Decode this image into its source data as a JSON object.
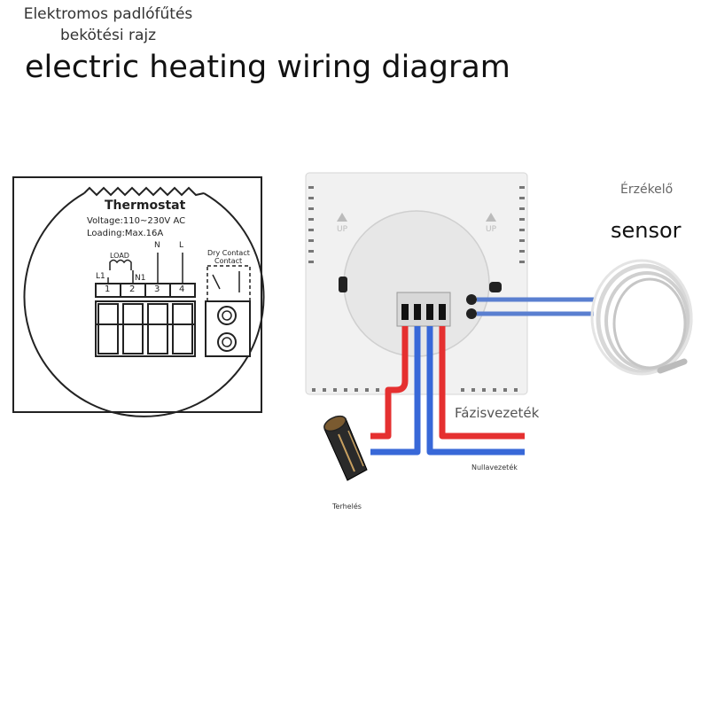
{
  "header": {
    "title_hu_line1": "Elektromos padlófűtés",
    "title_hu_line2": "bekötési rajz",
    "title_en": "electric heating wiring diagram"
  },
  "schematic": {
    "device_name": "Thermostat",
    "voltage": "Voltage:110~230V AC",
    "loading": "Loading:Max.16A",
    "label_load": "LOAD",
    "label_l1": "L1",
    "label_n1": "N1",
    "label_n": "N",
    "label_l": "L",
    "terminal_numbers": [
      "1",
      "2",
      "3",
      "4"
    ],
    "dry_contact_line1": "Dry Contact",
    "dry_contact_line2": "Contact"
  },
  "photo": {
    "up_label": "UP",
    "label_phase": "Fázisvezeték",
    "label_neutral": "Nullavezeték",
    "label_load": "Terhelés",
    "label_sensor_hu": "Érzékelő",
    "label_sensor_en": "sensor"
  },
  "colors": {
    "phase_wire": "#e53030",
    "neutral_wire": "#3868d8",
    "sensor_wire": "#5a7fd0",
    "panel": "#f1f1f1"
  }
}
